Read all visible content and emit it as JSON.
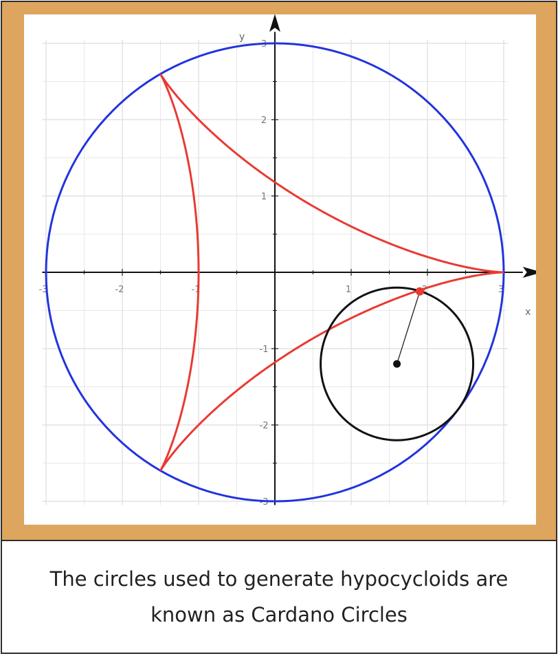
{
  "caption": "The circles used to generate hypocycloids are known as Cardano Circles",
  "diagram": {
    "axis_labels": {
      "x": "x",
      "y": "y"
    },
    "x_ticks": [
      "-3",
      "-2",
      "-1",
      "1",
      "2",
      "3"
    ],
    "y_ticks": [
      "3",
      "2",
      "1",
      "-1",
      "-2",
      "-3"
    ],
    "curves": {
      "fixed_circle": {
        "radius": 3,
        "center": [
          0,
          0
        ],
        "color": "#2233dd"
      },
      "hypocycloid": {
        "cusps": 3,
        "R": 3,
        "r": 1,
        "color": "#e83a33"
      },
      "rolling_circle": {
        "radius": 1,
        "center": [
          1.6,
          -1.2
        ],
        "color": "#111111"
      },
      "tracing_point": [
        1.9,
        -0.25
      ]
    },
    "colors": {
      "frame": "#dea55e",
      "grid": "#e2e2e2"
    }
  }
}
